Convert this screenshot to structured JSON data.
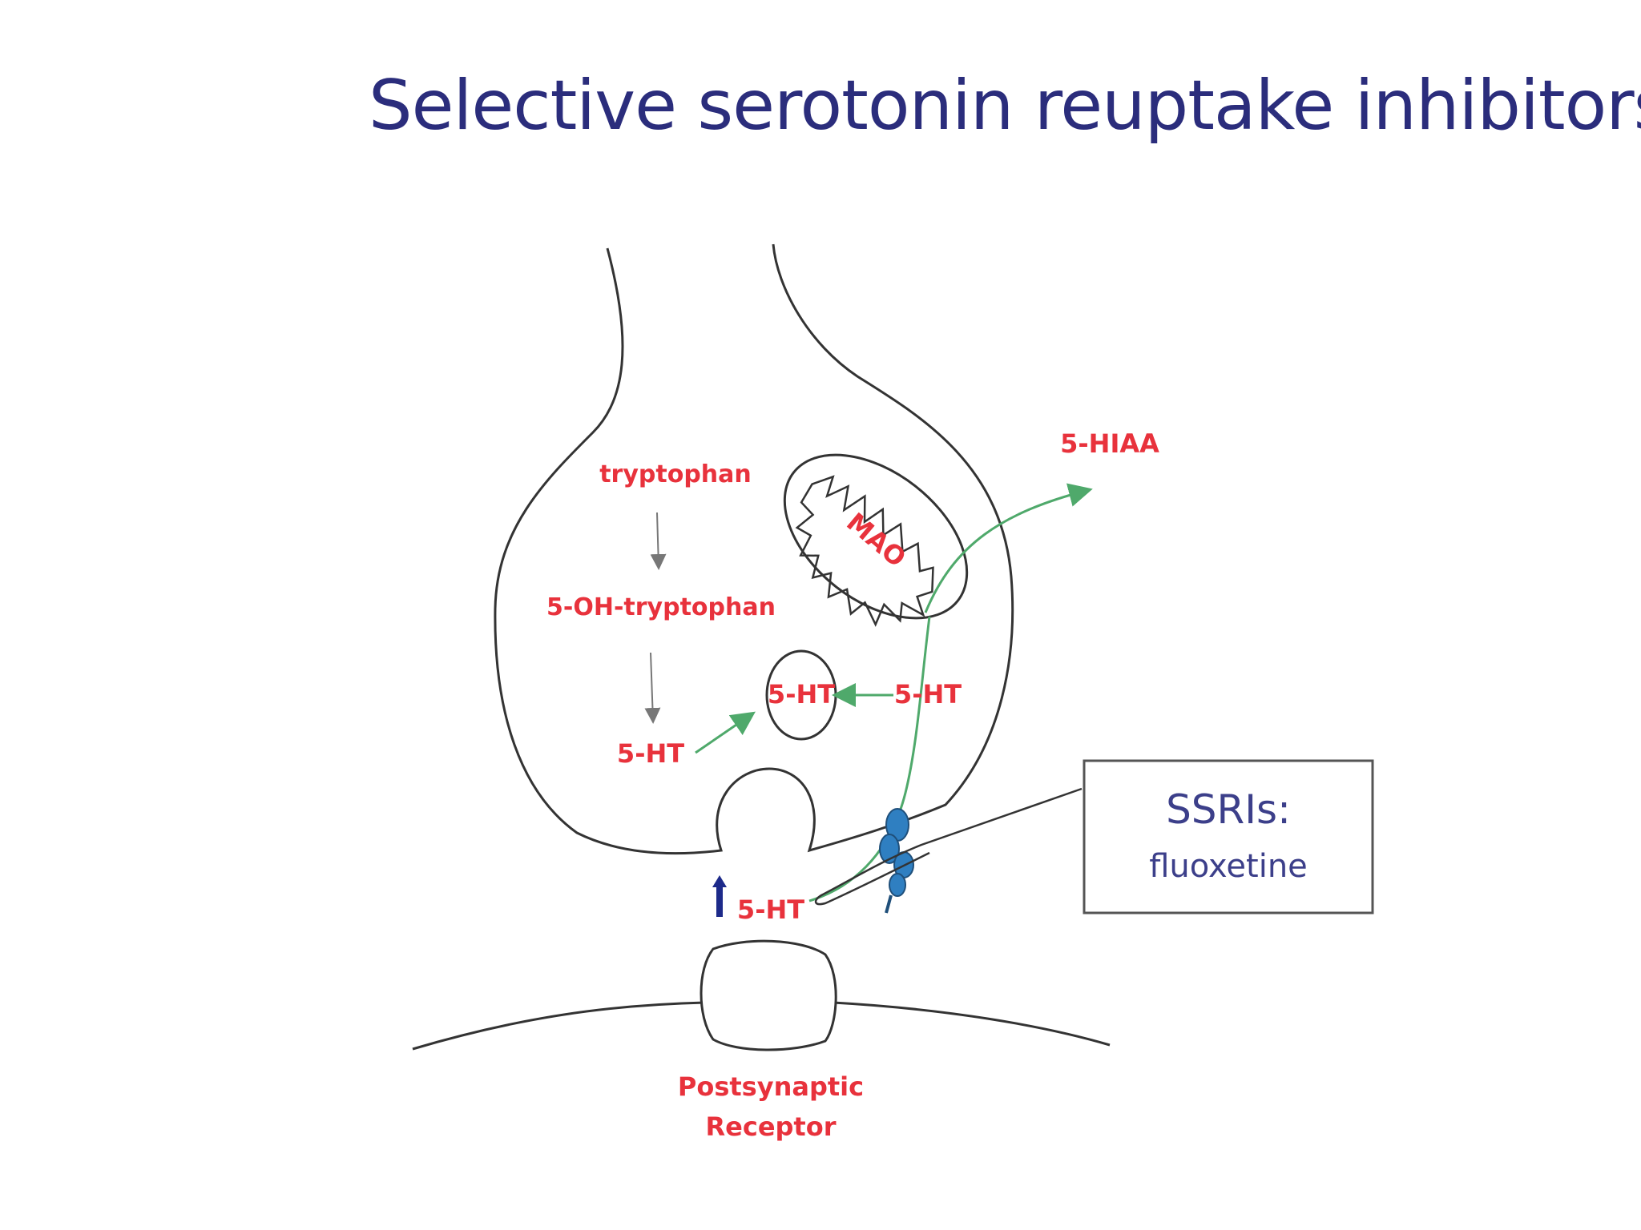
{
  "title": "Selective serotonin reuptake inhibitors",
  "labels": {
    "tryptophan": "tryptophan",
    "hydroxy": "5-OH-tryptophan",
    "ht_left": "5-HT",
    "ht_vesicle": "5-HT",
    "ht_right": "5-HT",
    "hiaa": "5-HIAA",
    "mao": "MAO",
    "ht_cleft": "5-HT",
    "postsynaptic": [
      "Postsynaptic",
      "Receptor"
    ]
  },
  "ssri_box": {
    "heading": "SSRIs:",
    "drug": "fluoxetine"
  },
  "colors": {
    "title": "#2b2d7c",
    "label": "#e8323c",
    "arrow": "#4fa96b",
    "outline": "#333333",
    "transporter": "#2f7fc1",
    "increase_arrow": "#1d2a8a"
  }
}
